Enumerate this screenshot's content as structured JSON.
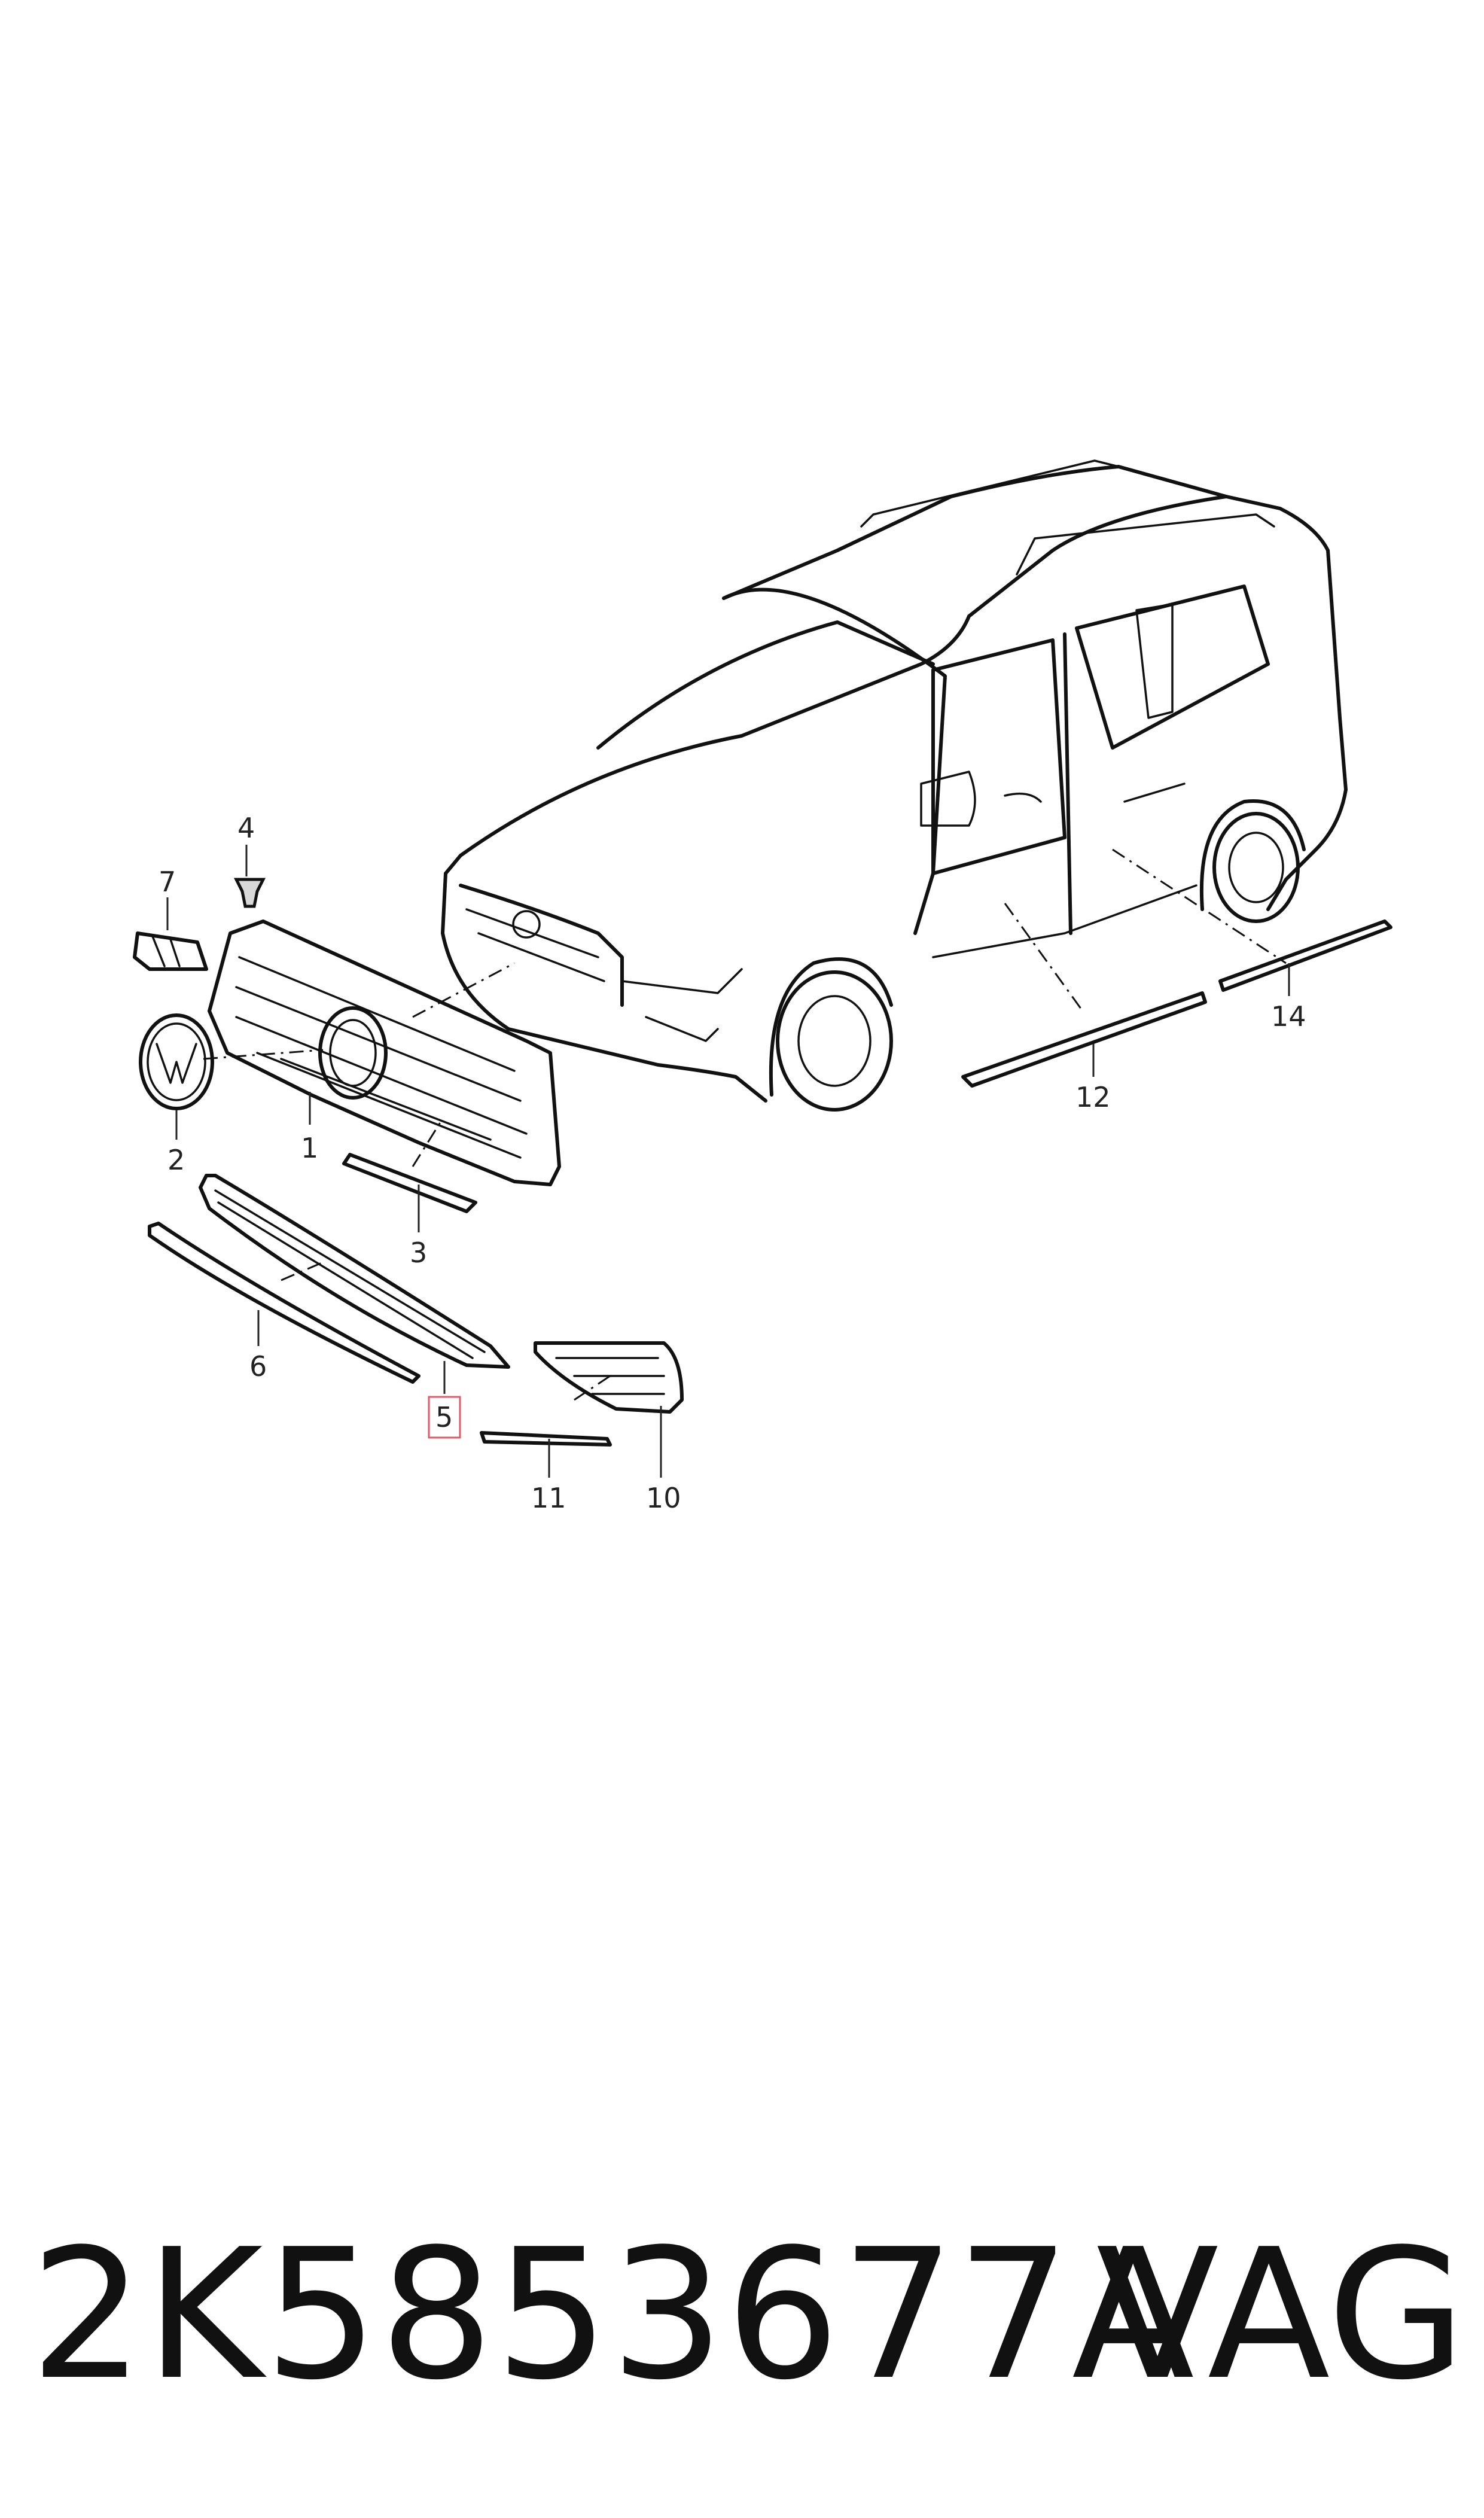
{
  "callouts": {
    "c1": "1",
    "c2": "2",
    "c3": "3",
    "c4": "4",
    "c5": "5",
    "c6": "6",
    "c7": "7",
    "c10": "10",
    "c11": "11",
    "c12": "12",
    "c14": "14"
  },
  "footer": {
    "part_number": "2K5853677A",
    "brand": "VAG"
  },
  "colors": {
    "line": "#111111",
    "highlight": "#e05a6a",
    "background": "#ffffff"
  }
}
